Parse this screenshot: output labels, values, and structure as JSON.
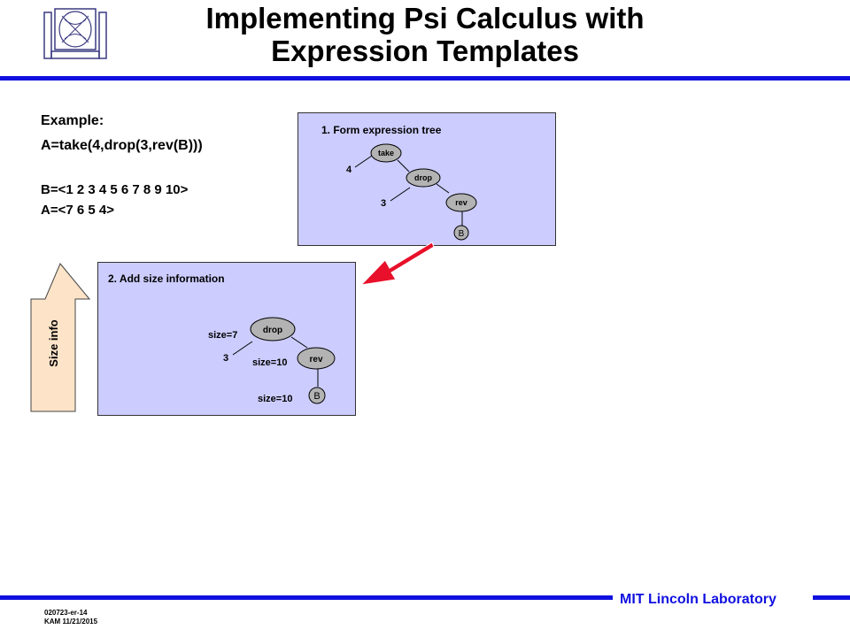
{
  "title": {
    "line1": "Implementing Psi Calculus with",
    "line2": "Expression Templates"
  },
  "example": {
    "label": "Example:",
    "expression": "A=take(4,drop(3,rev(B)))",
    "b_value": "B=<1 2 3 4 5 6 7 8 9 10>",
    "a_value": "A=<7 6 5 4>"
  },
  "panel1": {
    "heading": "1. Form expression tree",
    "nodes": {
      "take": "take",
      "drop": "drop",
      "rev": "rev",
      "leaf": "B"
    },
    "args": {
      "take_arg": "4",
      "drop_arg": "3"
    }
  },
  "panel2": {
    "heading": "2. Add size information",
    "nodes": {
      "drop": "drop",
      "rev": "rev",
      "leaf": "B"
    },
    "args": {
      "drop_arg": "3"
    },
    "sizes": {
      "drop": "size=7",
      "rev": "size=10",
      "leaf": "size=10"
    }
  },
  "side_arrow_label": "Size info",
  "footer": {
    "lab": "MIT Lincoln Laboratory",
    "code": "020723-er-14",
    "author": "KAM 11/21/2015"
  },
  "colors": {
    "rule": "#1010e0",
    "panel": "#ccccff",
    "node": "#b3b3b3",
    "arrow_red": "#e8102a",
    "side_arrow": "#fde4c8"
  }
}
